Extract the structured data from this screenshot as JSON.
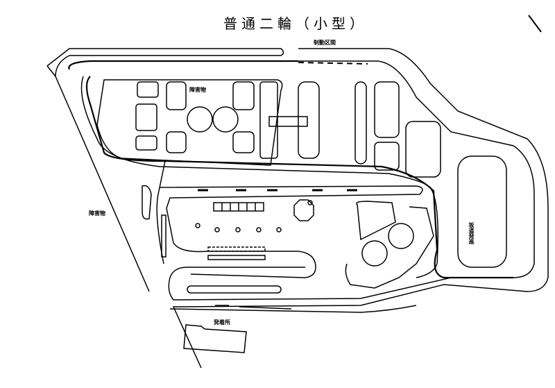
{
  "title": "普通二輪（小型）",
  "labels": {
    "braking_section": "制動区間",
    "obstacle_top": "障害物",
    "obstacle_left": "障害物",
    "hill_start": "坂道発進",
    "start_point": "発着所"
  },
  "colors": {
    "line": "#000000",
    "background": "#ffffff"
  }
}
